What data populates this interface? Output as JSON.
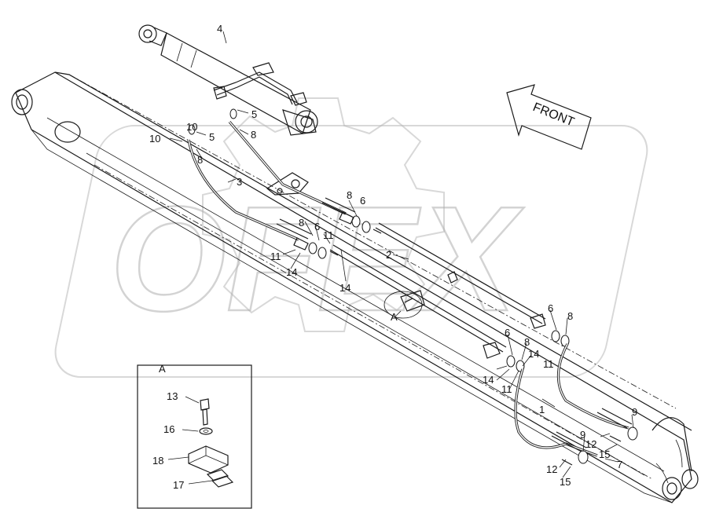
{
  "watermark": {
    "text": "OFEX"
  },
  "direction_arrow": {
    "label": "FRONT"
  },
  "detail_box": {
    "title": "A",
    "callouts": [
      {
        "id": "c-13",
        "label": "13"
      },
      {
        "id": "c-16",
        "label": "16"
      },
      {
        "id": "c-18",
        "label": "18"
      },
      {
        "id": "c-17",
        "label": "17"
      }
    ]
  },
  "detail_reference": {
    "label": "A"
  },
  "callouts": [
    {
      "id": "c-4",
      "label": "4"
    },
    {
      "id": "c-5a",
      "label": "5"
    },
    {
      "id": "c-5b",
      "label": "5"
    },
    {
      "id": "c-10a",
      "label": "10"
    },
    {
      "id": "c-10b",
      "label": "10"
    },
    {
      "id": "c-8a",
      "label": "8"
    },
    {
      "id": "c-8b",
      "label": "8"
    },
    {
      "id": "c-3",
      "label": "3"
    },
    {
      "id": "c-8c",
      "label": "8"
    },
    {
      "id": "c-6a",
      "label": "6"
    },
    {
      "id": "c-8d",
      "label": "8"
    },
    {
      "id": "c-6b",
      "label": "6"
    },
    {
      "id": "c-11a",
      "label": "11"
    },
    {
      "id": "c-11b",
      "label": "11"
    },
    {
      "id": "c-14a",
      "label": "14"
    },
    {
      "id": "c-14b",
      "label": "14"
    },
    {
      "id": "c-2",
      "label": "2"
    },
    {
      "id": "c-6c",
      "label": "6"
    },
    {
      "id": "c-8e",
      "label": "8"
    },
    {
      "id": "c-6d",
      "label": "6"
    },
    {
      "id": "c-8f",
      "label": "8"
    },
    {
      "id": "c-14c",
      "label": "14"
    },
    {
      "id": "c-11c",
      "label": "11"
    },
    {
      "id": "c-14d",
      "label": "14"
    },
    {
      "id": "c-11d",
      "label": "11"
    },
    {
      "id": "c-1",
      "label": "1"
    },
    {
      "id": "c-9a",
      "label": "9"
    },
    {
      "id": "c-9b",
      "label": "9"
    },
    {
      "id": "c-12a",
      "label": "12"
    },
    {
      "id": "c-15a",
      "label": "15"
    },
    {
      "id": "c-7",
      "label": "7"
    },
    {
      "id": "c-12b",
      "label": "12"
    },
    {
      "id": "c-15b",
      "label": "15"
    }
  ]
}
